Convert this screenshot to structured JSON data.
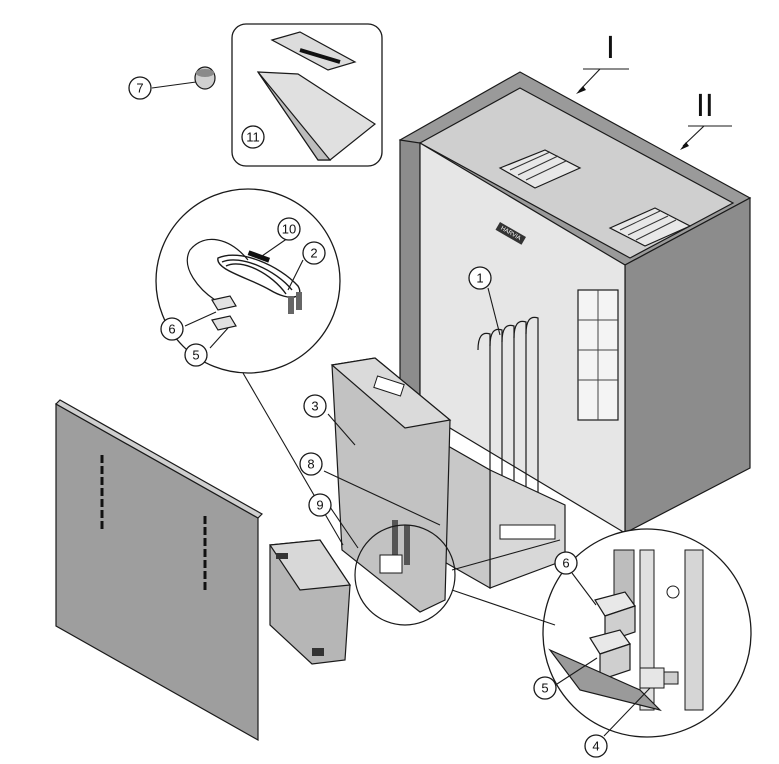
{
  "diagram": {
    "views": [
      "I",
      "II"
    ],
    "callouts": {
      "c1": "1",
      "c2": "2",
      "c3": "3",
      "c4": "4",
      "c5a": "5",
      "c5b": "5",
      "c6a": "6",
      "c6b": "6",
      "c7": "7",
      "c8": "8",
      "c9": "9",
      "c10": "10",
      "c11": "11"
    },
    "nameplate": "HARVIA"
  },
  "colors": {
    "panel_dark": "#8c8c8c",
    "panel_mid": "#b4b4b4",
    "panel_light": "#dcdcdc",
    "outline": "#1a1a1a"
  }
}
